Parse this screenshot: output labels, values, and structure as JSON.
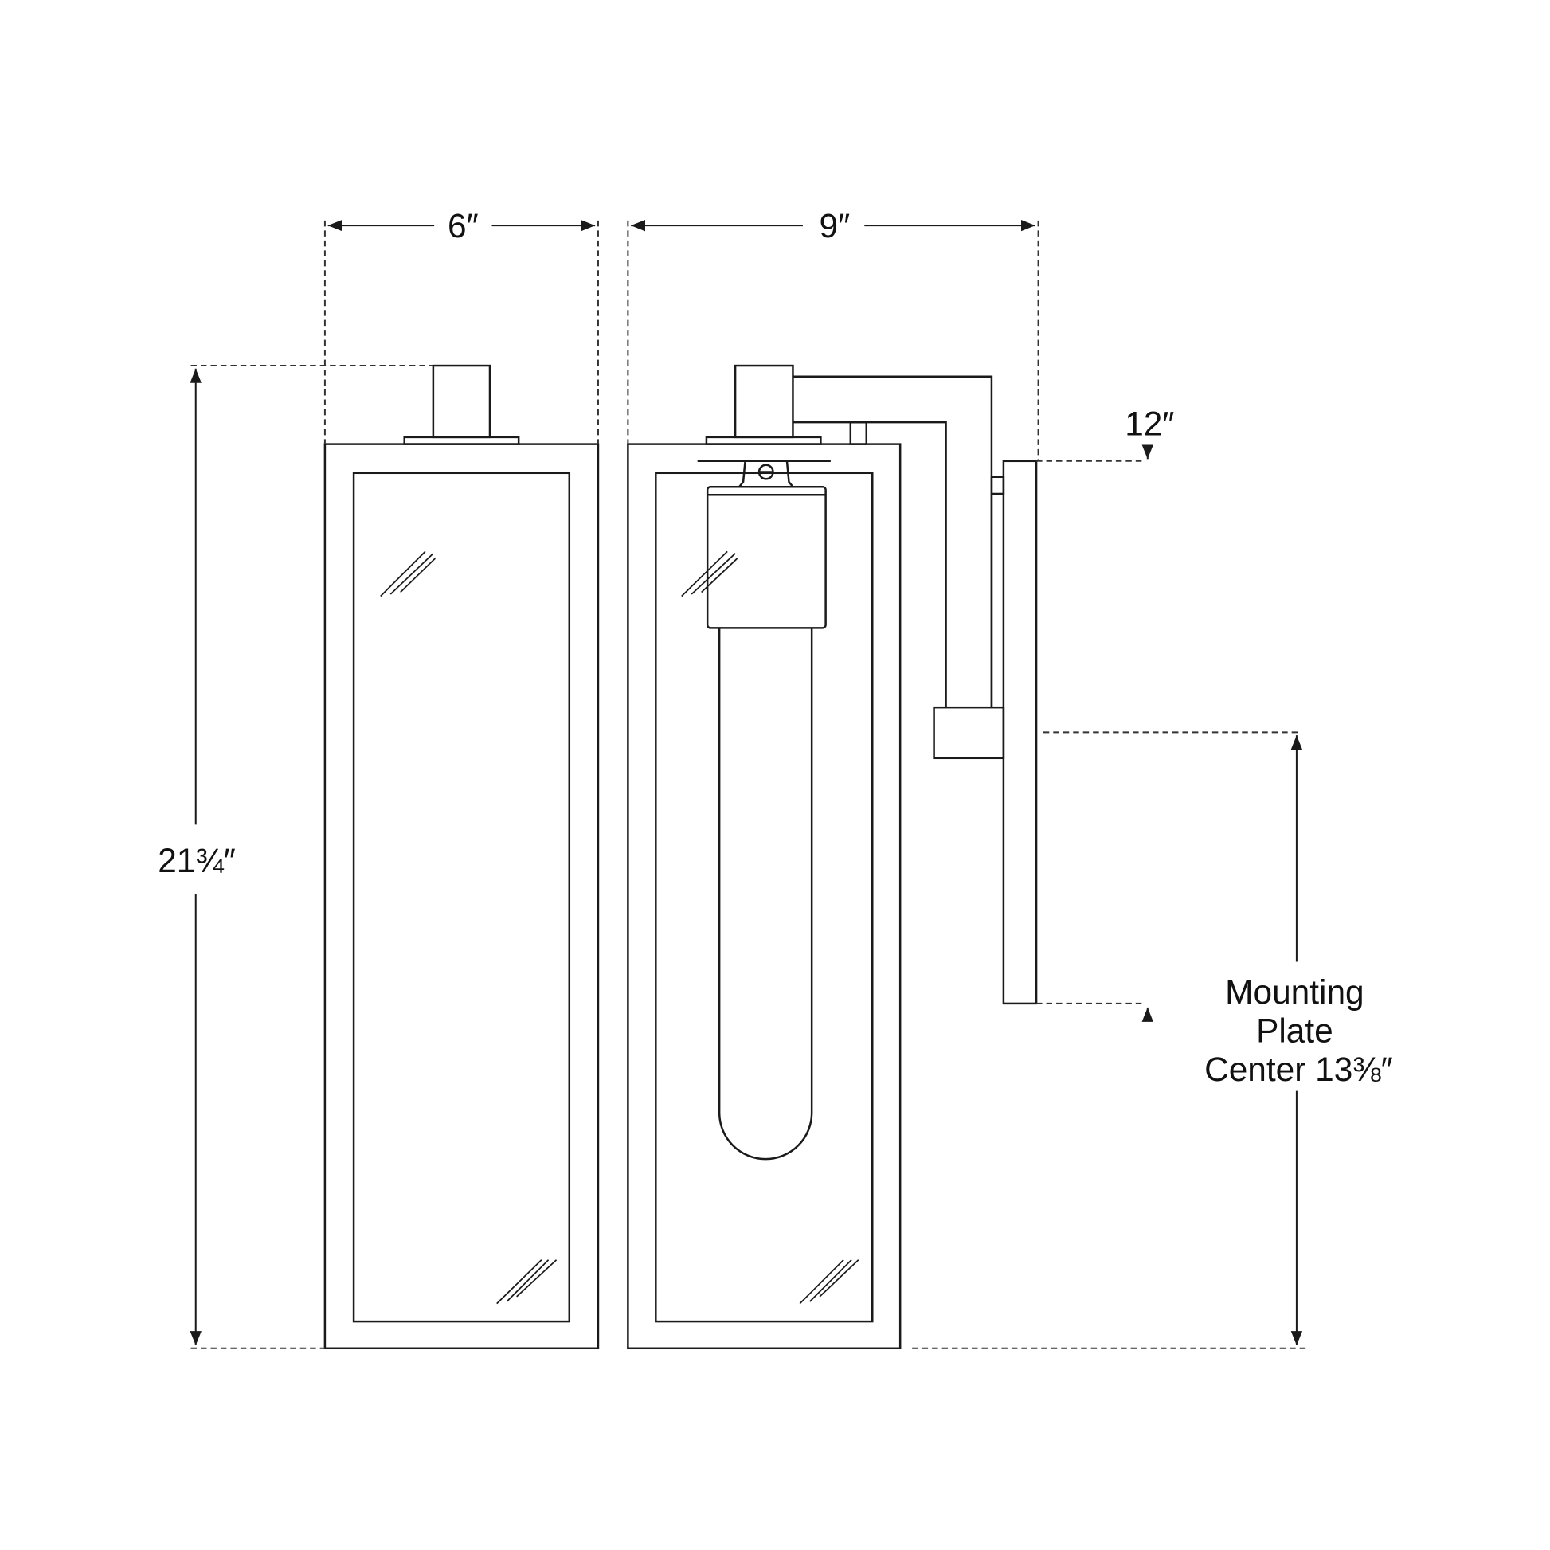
{
  "dimensions": {
    "width_front": "6″",
    "depth_side": "9″",
    "height": "21¾″",
    "plate_height": "12″",
    "mounting_label_line1": "Mounting",
    "mounting_label_line2": "Plate",
    "mounting_label_line3": "Center 13⅜″"
  },
  "colors": {
    "line": "#1a1a1a",
    "background": "#ffffff"
  }
}
